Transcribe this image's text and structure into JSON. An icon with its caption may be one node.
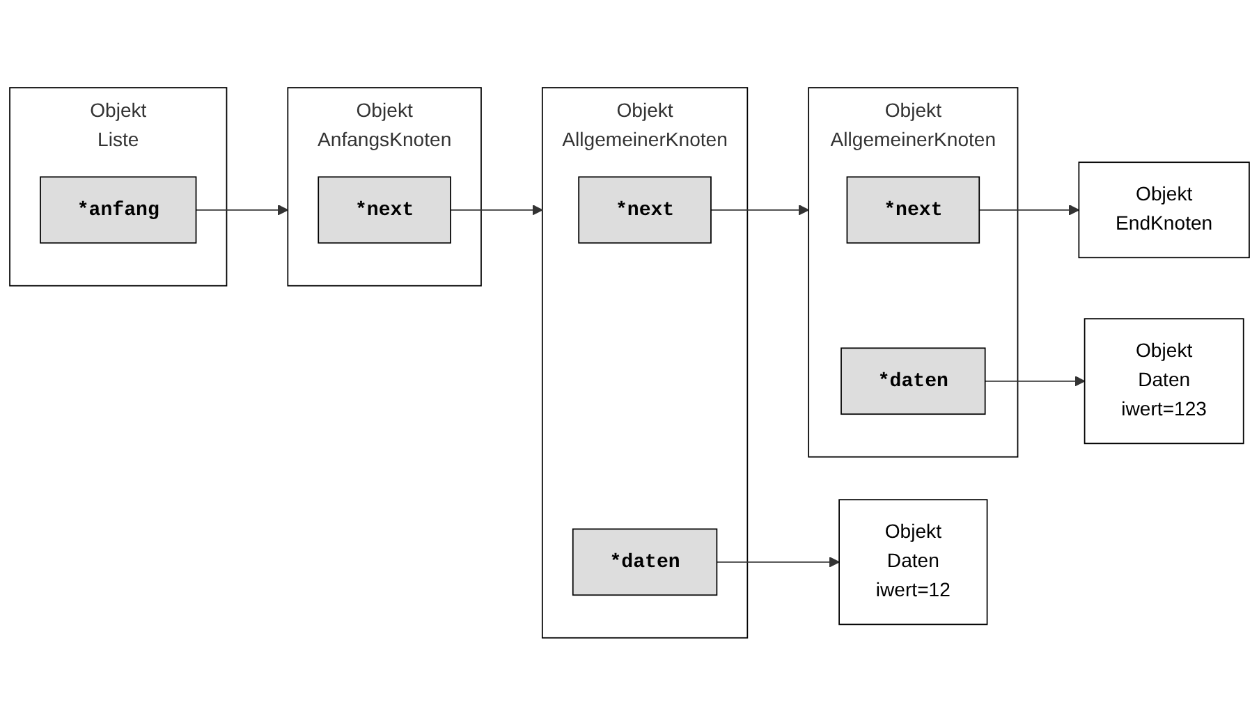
{
  "diagram": {
    "nodes": [
      {
        "text": [
          "Objekt",
          "Liste"
        ]
      },
      {
        "text": [
          "*anfang"
        ],
        "in": 0
      },
      {
        "text": [
          "Objekt",
          "AnfangsKnoten"
        ]
      },
      {
        "text": [
          "*next"
        ],
        "in": 2
      },
      {
        "text": [
          "Objekt",
          "AllgemeinerKnoten"
        ]
      },
      {
        "text": [
          "*next"
        ],
        "in": 4
      },
      {
        "text": [
          "*daten"
        ],
        "in": 4
      },
      {
        "text": [
          "Objekt",
          "AllgemeinerKnoten"
        ]
      },
      {
        "text": [
          "*next"
        ],
        "in": 7
      },
      {
        "text": [
          "*daten"
        ],
        "in": 7
      },
      {
        "text": [
          "Objekt",
          "EndKnoten"
        ]
      },
      {
        "text": [
          "Objekt",
          "Daten",
          "iwert=12"
        ]
      },
      {
        "text": [
          "Objekt",
          "Daten",
          "iwert=123"
        ]
      }
    ],
    "edges": [
      {
        "from": 1,
        "to": 2,
        "arrow": "to"
      },
      {
        "from": 3,
        "to": 4,
        "arrow": "to"
      },
      {
        "from": 5,
        "to": 7,
        "arrow": "to"
      },
      {
        "from": 8,
        "to": 10,
        "arrow": "to"
      },
      {
        "from": 6,
        "to": 11,
        "arrow": "to"
      },
      {
        "from": 9,
        "to": 12,
        "arrow": "to"
      }
    ]
  }
}
